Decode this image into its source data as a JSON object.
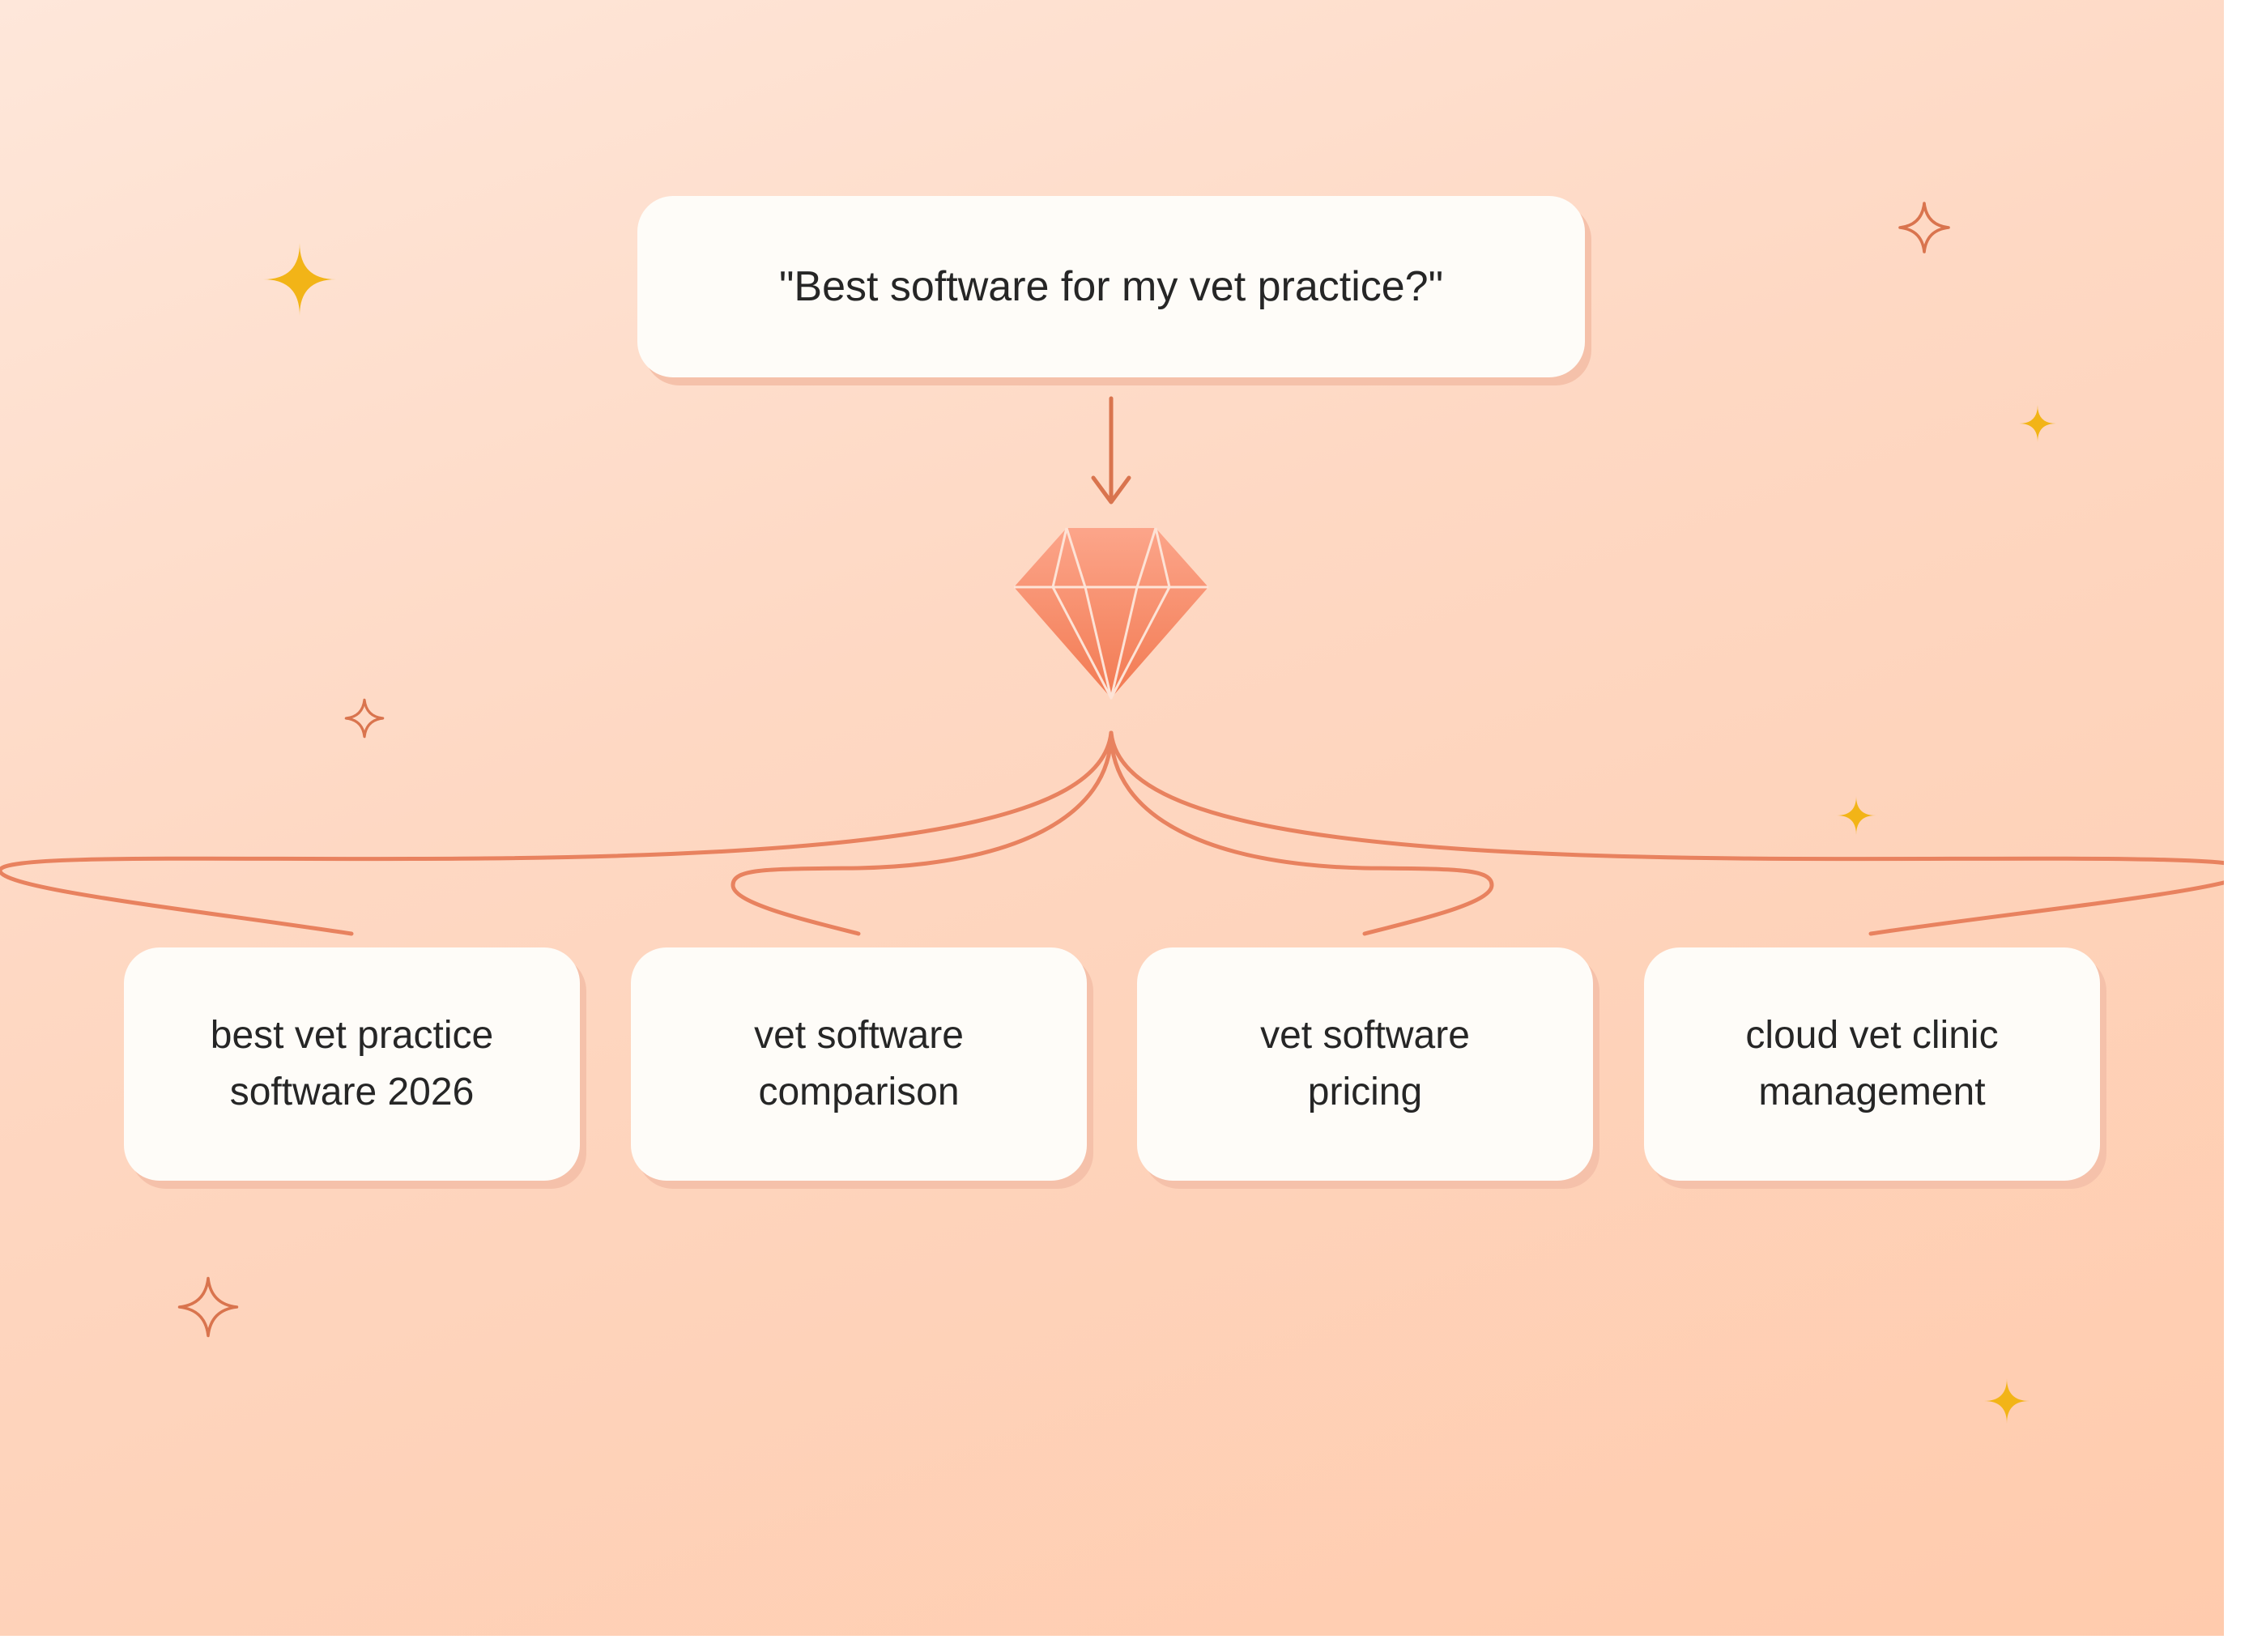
{
  "query": {
    "text": "\"Best software for my vet practice?\""
  },
  "results": [
    {
      "line1": "best vet practice",
      "line2": "software 2026"
    },
    {
      "line1": "vet software",
      "line2": "comparison"
    },
    {
      "line1": "vet software",
      "line2": "pricing"
    },
    {
      "line1": "cloud vet clinic",
      "line2": "management"
    }
  ],
  "icons": {
    "center": "gem-icon",
    "decor": "sparkle-icon"
  },
  "colors": {
    "background_start": "#fee7da",
    "background_end": "#ffcbad",
    "card": "#fefcf8",
    "card_shadow": "#f5c1aa",
    "connector": "#e8825f",
    "gem": "#f7875f",
    "sparkle_gold": "#f2b417",
    "sparkle_outline": "#d9744e",
    "text": "#262626"
  }
}
